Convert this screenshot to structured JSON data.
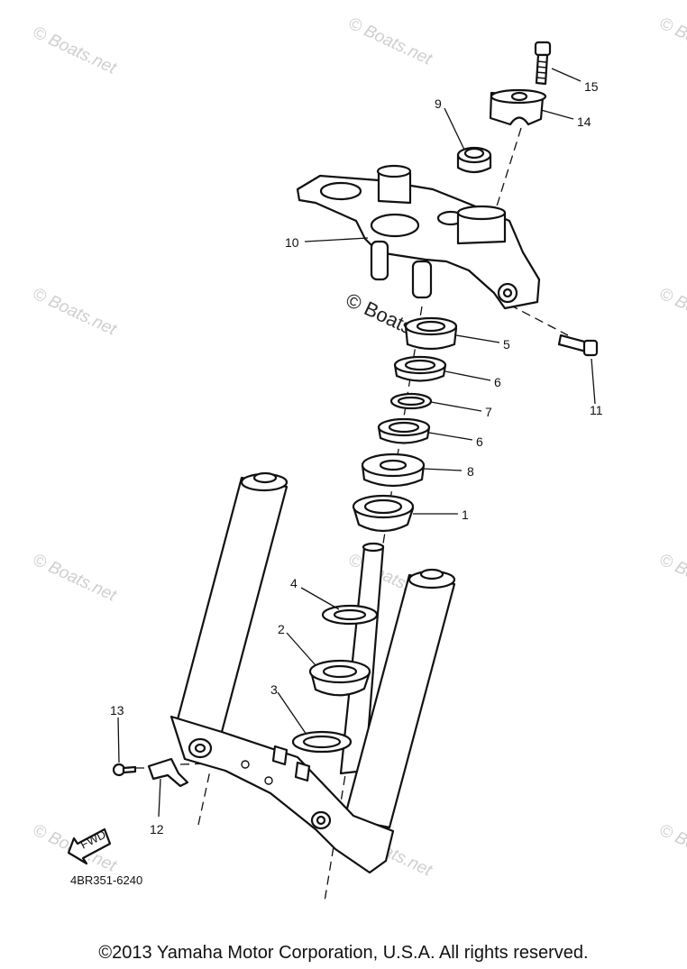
{
  "diagram": {
    "callouts": {
      "c1": "1",
      "c2": "2",
      "c3": "3",
      "c4": "4",
      "c5": "5",
      "c6a": "6",
      "c6b": "6",
      "c7": "7",
      "c8": "8",
      "c9": "9",
      "c10": "10",
      "c11": "11",
      "c12": "12",
      "c13": "13",
      "c14": "14",
      "c15": "15"
    },
    "fwd_label": "FWD",
    "drawing_code": "4BR351-6240",
    "watermark": "© Boats.net"
  },
  "footer": {
    "copyright": "©2013 Yamaha Motor Corporation, U.S.A. All rights reserved."
  }
}
